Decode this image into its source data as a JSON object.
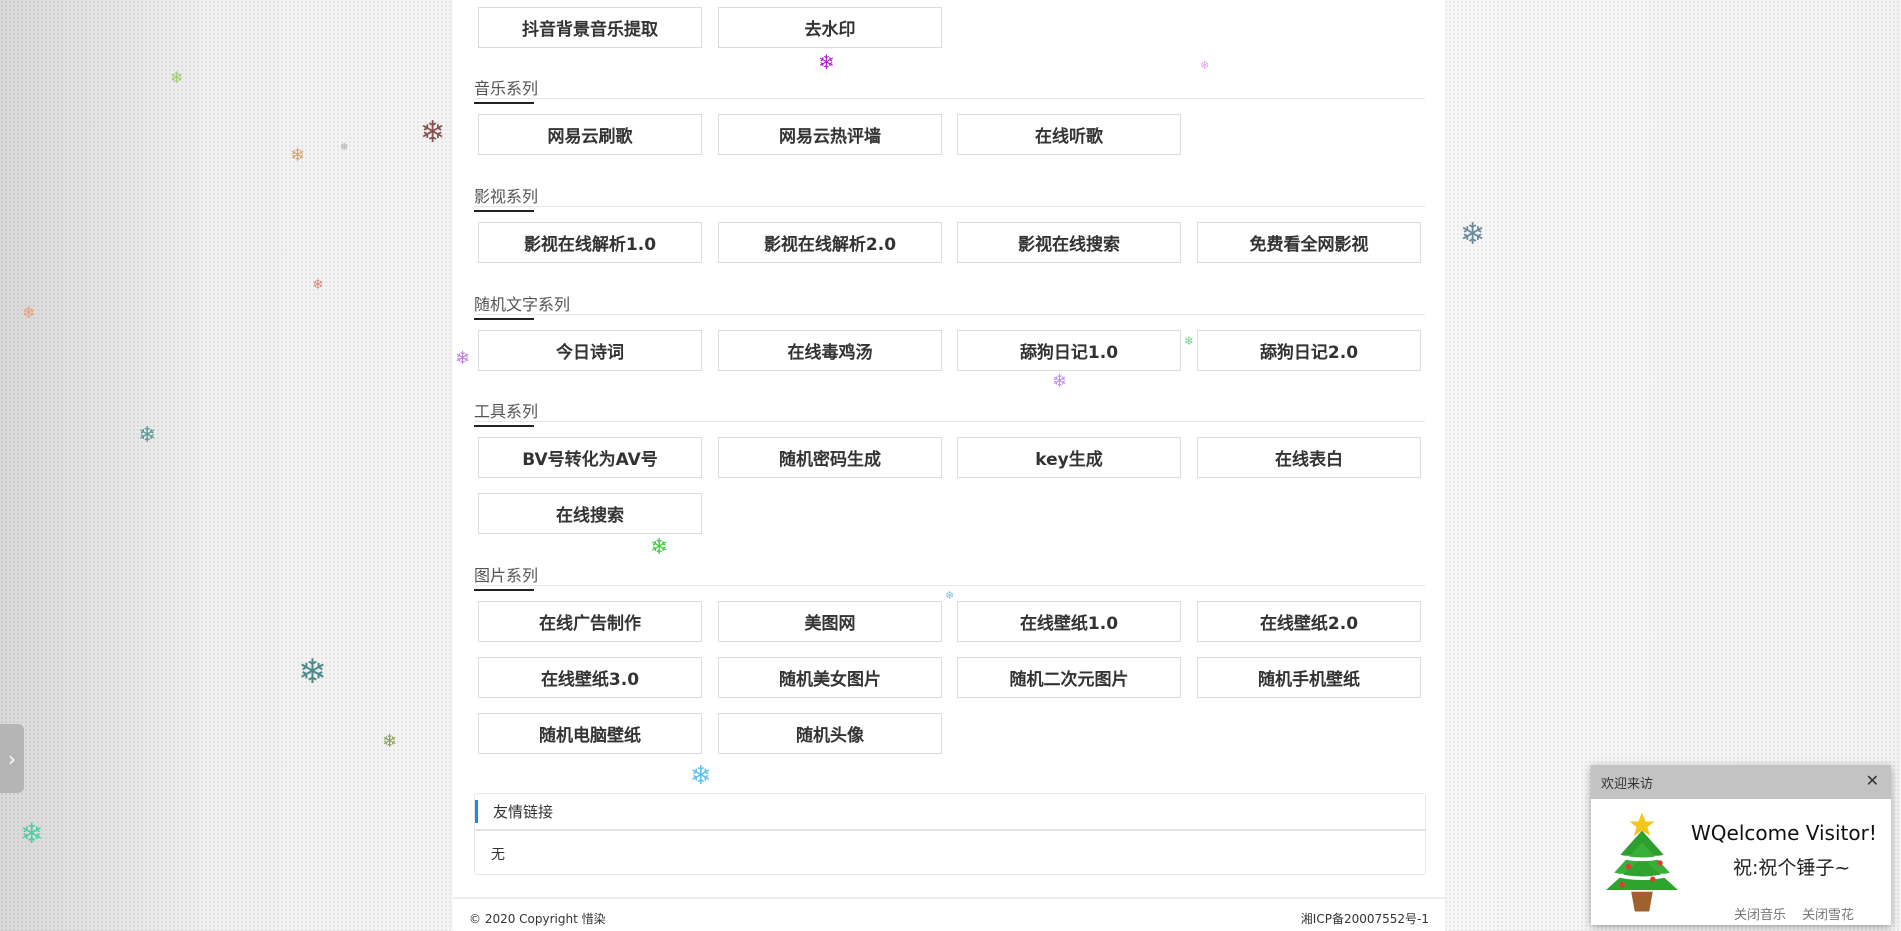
{
  "top_row": [
    "抖音背景音乐提取",
    "去水印"
  ],
  "sections": [
    {
      "title": "音乐系列",
      "items": [
        "网易云刷歌",
        "网易云热评墙",
        "在线听歌"
      ]
    },
    {
      "title": "影视系列",
      "items": [
        "影视在线解析1.0",
        "影视在线解析2.0",
        "影视在线搜索",
        "免费看全网影视"
      ]
    },
    {
      "title": "随机文字系列",
      "items": [
        "今日诗词",
        "在线毒鸡汤",
        "舔狗日记1.0",
        "舔狗日记2.0"
      ]
    },
    {
      "title": "工具系列",
      "items": [
        "BV号转化为AV号",
        "随机密码生成",
        "key生成",
        "在线表白",
        "在线搜索"
      ]
    },
    {
      "title": "图片系列",
      "items": [
        "在线广告制作",
        "美图网",
        "在线壁纸1.0",
        "在线壁纸2.0",
        "在线壁纸3.0",
        "随机美女图片",
        "随机二次元图片",
        "随机手机壁纸",
        "随机电脑壁纸",
        "随机头像"
      ]
    }
  ],
  "links": {
    "title": "友情链接",
    "body": "无"
  },
  "footer": {
    "copyright": "© 2020 Copyright 惜染",
    "icp": "湘ICP备20007552号-1"
  },
  "popup": {
    "title": "欢迎来访",
    "close": "✕",
    "welcome": "WQelcome Visitor!",
    "message": "祝:祝个锤子~",
    "close_music": "关闭音乐",
    "close_snow": "关闭雪花"
  },
  "sidetab": {
    "icon": "›"
  },
  "colors": {
    "accent": "#1e88e5"
  }
}
